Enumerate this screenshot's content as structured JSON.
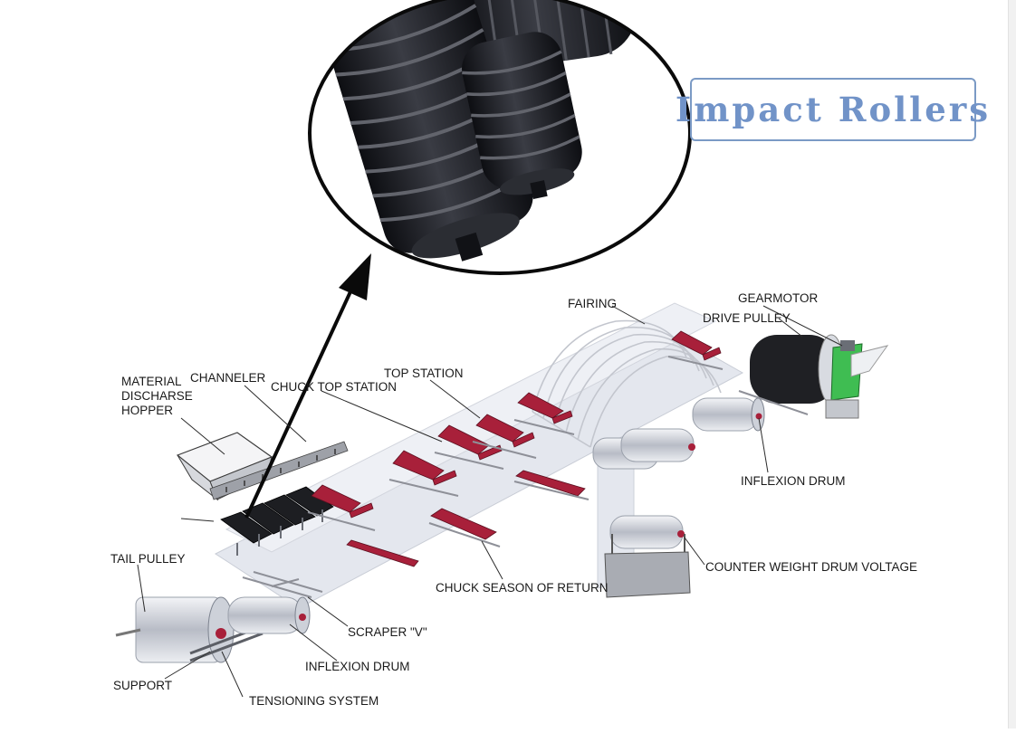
{
  "title": "Impact Rollers",
  "labels": {
    "hopper": [
      "MATERIAL",
      "DISCHARSE",
      "HOPPER"
    ],
    "channeler": "CHANNELER",
    "chuck_top_station": "CHUCK TOP STATION",
    "top_station": "TOP STATION",
    "fairing": "FAIRING",
    "gearmotor": "GEARMOTOR",
    "drive_pulley": "DRIVE PULLEY",
    "inflexion_drum_right": "INFLEXION DRUM",
    "counter_weight": "COUNTER WEIGHT DRUM VOLTAGE",
    "chuck_season_return": "CHUCK SEASON OF RETURN",
    "scraper": "SCRAPER \"V\"",
    "inflexion_drum_left": "INFLEXION DRUM",
    "tail_pulley": "TAIL PULLEY",
    "support": "SUPPORT",
    "tensioning": "TENSIONING SYSTEM"
  },
  "colors": {
    "accent": "#7193c8",
    "roller": "#1c1d22",
    "frame": "#a8203a",
    "belt": "#dfe2ea"
  }
}
